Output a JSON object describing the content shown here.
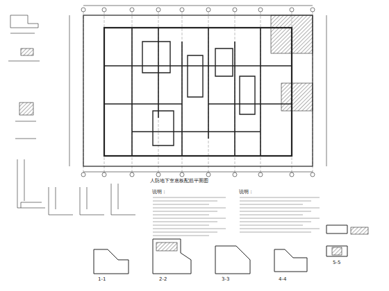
{
  "diagram": {
    "title": "人防地下室底板配筋平面图",
    "labels": [
      "说明：",
      "说明：",
      "1-1",
      "2-2",
      "3-3",
      "4-4",
      "5-5"
    ]
  }
}
